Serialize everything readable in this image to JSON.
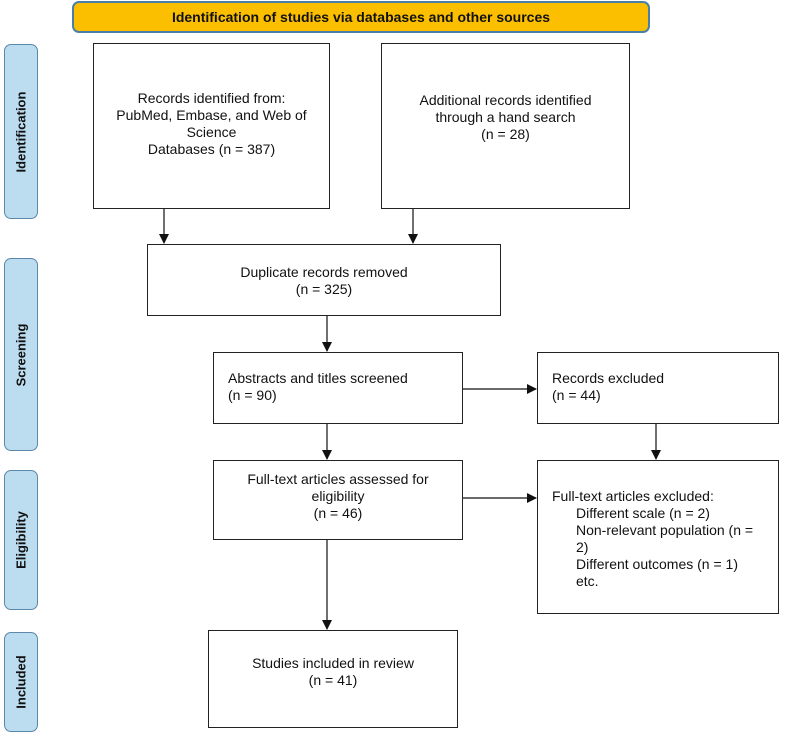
{
  "header": {
    "title": "Identification of studies via databases and other sources"
  },
  "stages": {
    "identification": "Identification",
    "screening": "Screening",
    "eligibility": "Eligibility",
    "included": "Included"
  },
  "boxes": {
    "records_identified": "Records identified from:\nPubMed, Embase, and Web of\n Science\n Databases (n = 387)",
    "additional_records": "Additional records identified\nthrough a hand search\n (n = 28)",
    "duplicates_removed": "Duplicate records removed\n(n = 325)",
    "abstracts_screened": "Abstracts and titles screened\n(n = 90)",
    "records_excluded": "Records excluded\n(n = 44)",
    "fulltext_assessed": "Full-text articles assessed for\neligibility\n(n = 46)",
    "fulltext_excluded": {
      "title": "Full-text articles excluded:",
      "reasons": [
        "Different scale (n = 2)",
        "Non-relevant population (n =\n2)",
        "Different outcomes (n = 1)",
        "etc."
      ]
    },
    "studies_included": "Studies included in review\n(n = 41)"
  },
  "colors": {
    "header_fill": "#fbbf00",
    "header_border": "#4a7fa8",
    "stage_fill": "#bcdcf0",
    "stage_border": "#5b88a8"
  }
}
